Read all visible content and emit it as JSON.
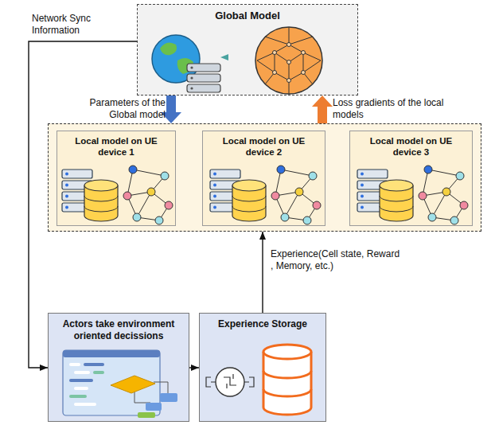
{
  "diagram": {
    "nodes": [
      {
        "text": [
          "Global Model"
        ]
      },
      {
        "text": []
      },
      {
        "text": [
          "Local model on UE device 1"
        ],
        "in": 1
      },
      {
        "text": [
          "Local model on UE device 2"
        ],
        "in": 1
      },
      {
        "text": [
          "Local model on UE device 3"
        ],
        "in": 1
      },
      {
        "text": [
          "Actors take environment oriented decissions"
        ]
      },
      {
        "text": [
          "Experience Storage"
        ]
      }
    ],
    "edges": [
      {
        "from": 0,
        "to": 1,
        "label": "Parameters of the Global model",
        "arrow": "to"
      },
      {
        "from": 1,
        "to": 0,
        "label": "Loss gradients of the local models",
        "arrow": "to"
      },
      {
        "from": 0,
        "to": 5,
        "label": "Network Sync Information",
        "arrow": "to"
      },
      {
        "from": 5,
        "to": 6,
        "arrow": "to"
      },
      {
        "from": 6,
        "to": 1,
        "label": "Experience(Cell state, Reward , Memory, etc.)",
        "arrow": "to"
      }
    ]
  }
}
